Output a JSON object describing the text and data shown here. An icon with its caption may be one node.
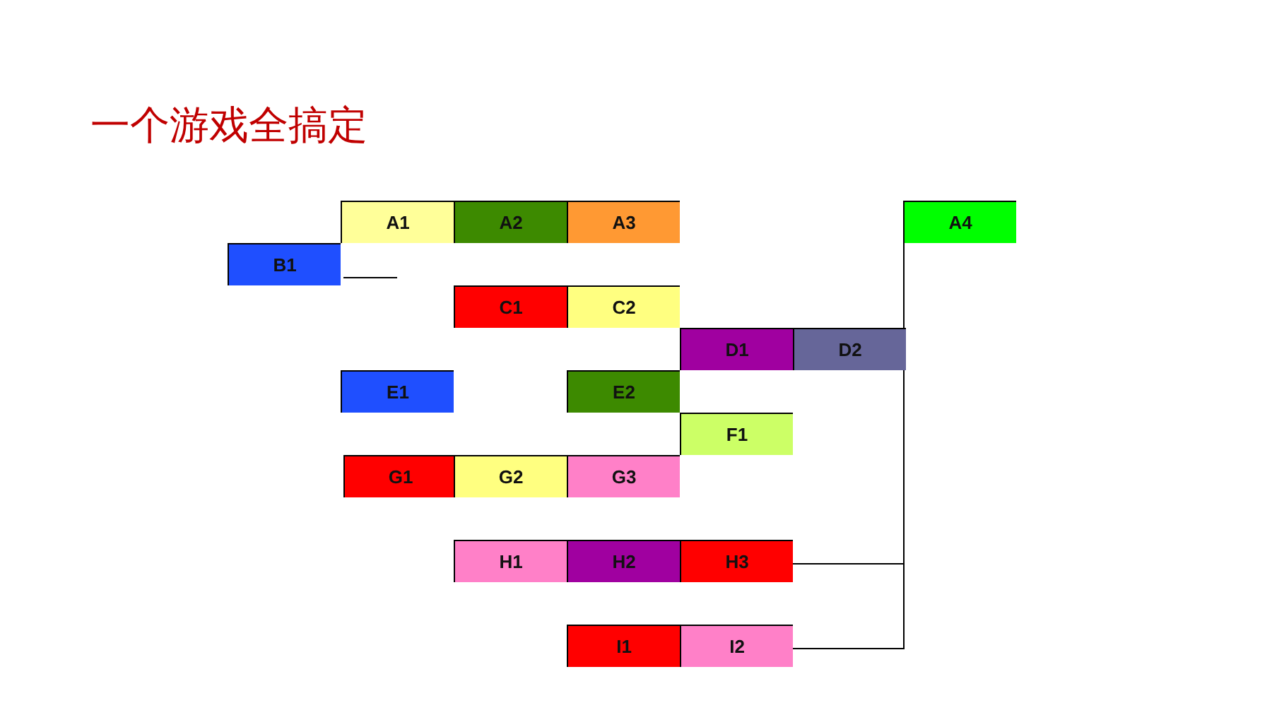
{
  "diagram": {
    "title": "一个游戏全搞定",
    "nodes": [
      {
        "text": [
          "A1"
        ]
      },
      {
        "text": [
          "A2"
        ]
      },
      {
        "text": [
          "A3"
        ]
      },
      {
        "text": [
          "A4"
        ]
      },
      {
        "text": [
          "B1"
        ]
      },
      {
        "text": [
          "C1"
        ]
      },
      {
        "text": [
          "C2"
        ]
      },
      {
        "text": [
          "D1"
        ]
      },
      {
        "text": [
          "D2"
        ]
      },
      {
        "text": [
          "E1"
        ]
      },
      {
        "text": [
          "E2"
        ]
      },
      {
        "text": [
          "F1"
        ]
      },
      {
        "text": [
          "G1"
        ]
      },
      {
        "text": [
          "G2"
        ]
      },
      {
        "text": [
          "G3"
        ]
      },
      {
        "text": [
          "H1"
        ]
      },
      {
        "text": [
          "H2"
        ]
      },
      {
        "text": [
          "H3"
        ]
      },
      {
        "text": [
          "I1"
        ]
      },
      {
        "text": [
          "I2"
        ]
      }
    ],
    "edges": [
      {
        "from": 8,
        "to": 3,
        "arrow": "none"
      },
      {
        "from": 17,
        "to": 3,
        "arrow": "none"
      },
      {
        "from": 19,
        "to": 3,
        "arrow": "none"
      }
    ]
  }
}
